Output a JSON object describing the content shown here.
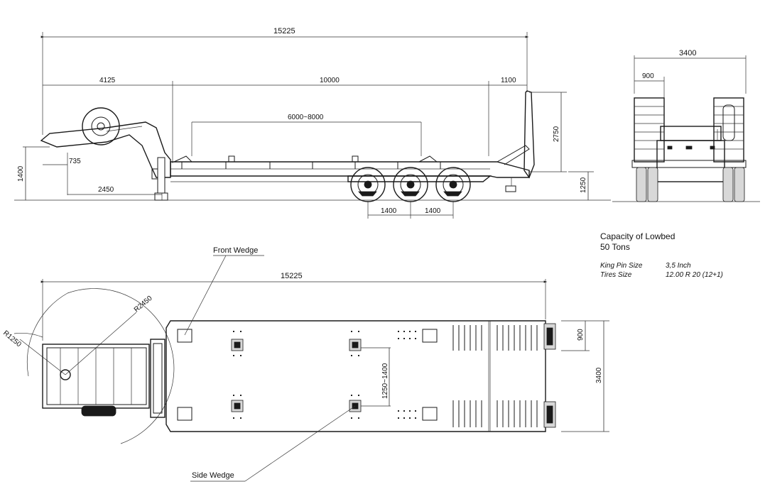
{
  "side_view": {
    "overall_length": "15225",
    "neck_length": "4125",
    "deck_length": "10000",
    "ramp_length": "1100",
    "load_area": "6000~8000",
    "ramp_height": "2750",
    "deck_height": "1250",
    "height_label": "1400",
    "kingpin_offset": "735",
    "landing_gear_offset": "2450",
    "axle_spacing_1": "1400",
    "axle_spacing_2": "1400"
  },
  "rear_view": {
    "overall_width": "3400",
    "ramp_width": "900"
  },
  "top_view": {
    "overall_length": "15225",
    "radius_front": "R1250",
    "radius_swing": "R2450",
    "front_wedge_label": "Front Wedge",
    "side_wedge_label": "Side Wedge",
    "wedge_spacing": "1250~1400",
    "ramp_width": "900",
    "overall_width": "3400"
  },
  "specs": {
    "capacity_line1": "Capacity of Lowbed",
    "capacity_line2": "50 Tons",
    "king_pin_label": "King Pin Size",
    "king_pin_value": "3,5 Inch",
    "tires_label": "Tires Size",
    "tires_value": "12.00 R 20 (12+1)"
  }
}
